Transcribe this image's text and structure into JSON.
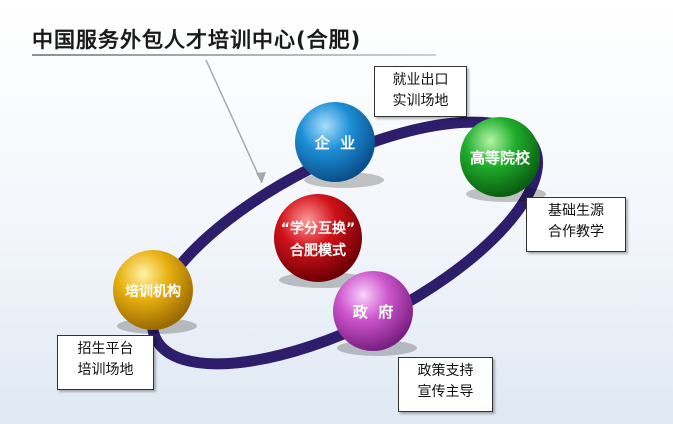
{
  "title": "中国服务外包人才培训中心(合肥)",
  "center": {
    "line1": "“学分互换”",
    "line2": "合肥模式"
  },
  "nodes": {
    "enterprise": "企  业",
    "university": "高等院校",
    "government": "政  府",
    "training": "培训机构"
  },
  "notes": {
    "enterprise": [
      "就业出口",
      "实训场地"
    ],
    "university": [
      "基础生源",
      "合作教学"
    ],
    "government": [
      "政策支持",
      "宣传主导"
    ],
    "training": [
      "招生平台",
      "培训场地"
    ]
  },
  "colors": {
    "ring": "#2d1d6b",
    "enterprise": "#1d8fd6",
    "university": "#1fae2c",
    "government": "#cc55cc",
    "training": "#e8b010",
    "center": "#d11219"
  }
}
